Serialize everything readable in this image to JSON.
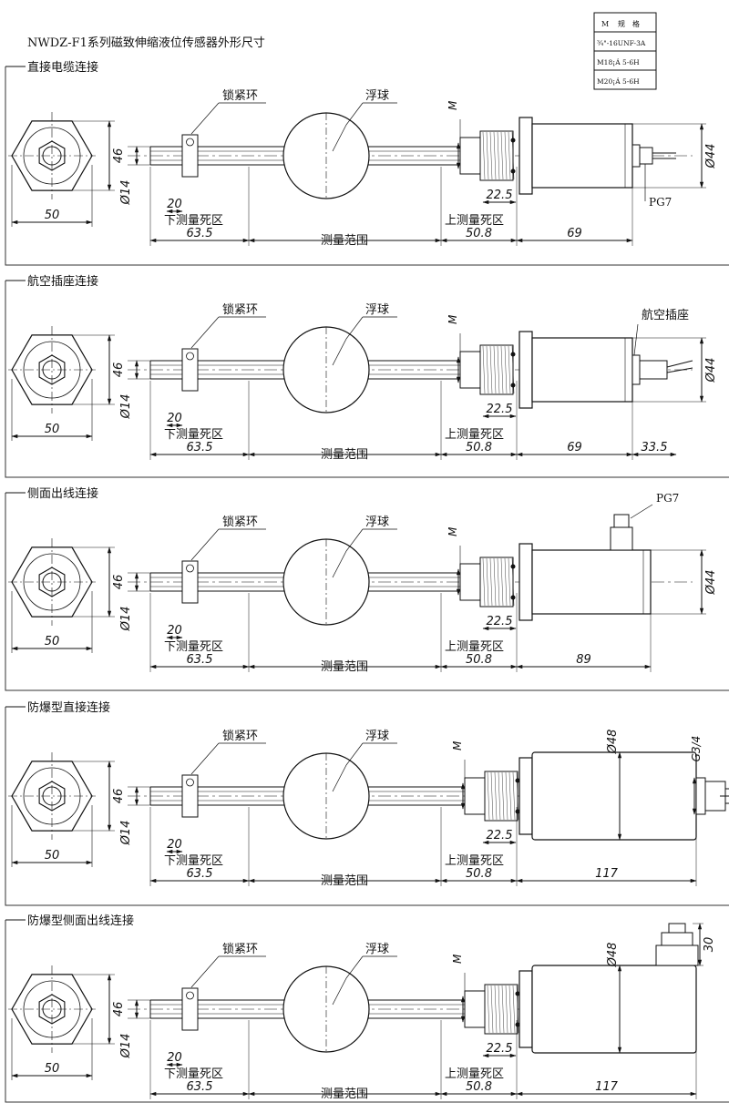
{
  "title": "NWDZ-F1系列磁致伸缩液位传感器外形尺寸",
  "spec_table": {
    "header_m": "M",
    "header_spec": "规　格",
    "rows": [
      "¾\"-16UNF-3A",
      "M18¡Á 5-6H",
      "M20¡Á 5-6H"
    ]
  },
  "common": {
    "lock_ring": "锁紧环",
    "float": "浮球",
    "lower_dead": "下测量死区",
    "upper_dead": "上测量死区",
    "range": "测量范围",
    "thread": "M",
    "hex_height": "46",
    "hex_width": "50",
    "rod_dia": "Ø14",
    "dim_20": "20",
    "dim_63_5": "63.5",
    "dim_50_8": "50.8",
    "dim_22_5": "22.5"
  },
  "sections": [
    {
      "name": "直接电缆连接",
      "head_dia": "Ø44",
      "head_len": "69",
      "callout": "PG7"
    },
    {
      "name": "航空插座连接",
      "head_dia": "Ø44",
      "head_len": "69",
      "extra_len": "33.5",
      "callout": "航空插座"
    },
    {
      "name": "侧面出线连接",
      "head_dia": "Ø44",
      "head_len": "89",
      "callout": "PG7"
    },
    {
      "name": "防爆型直接连接",
      "head_dia": "Ø48",
      "head_len": "117",
      "callout": "G3/4"
    },
    {
      "name": "防爆型侧面出线连接",
      "head_dia": "Ø48",
      "head_len": "117",
      "callout": "30"
    }
  ]
}
